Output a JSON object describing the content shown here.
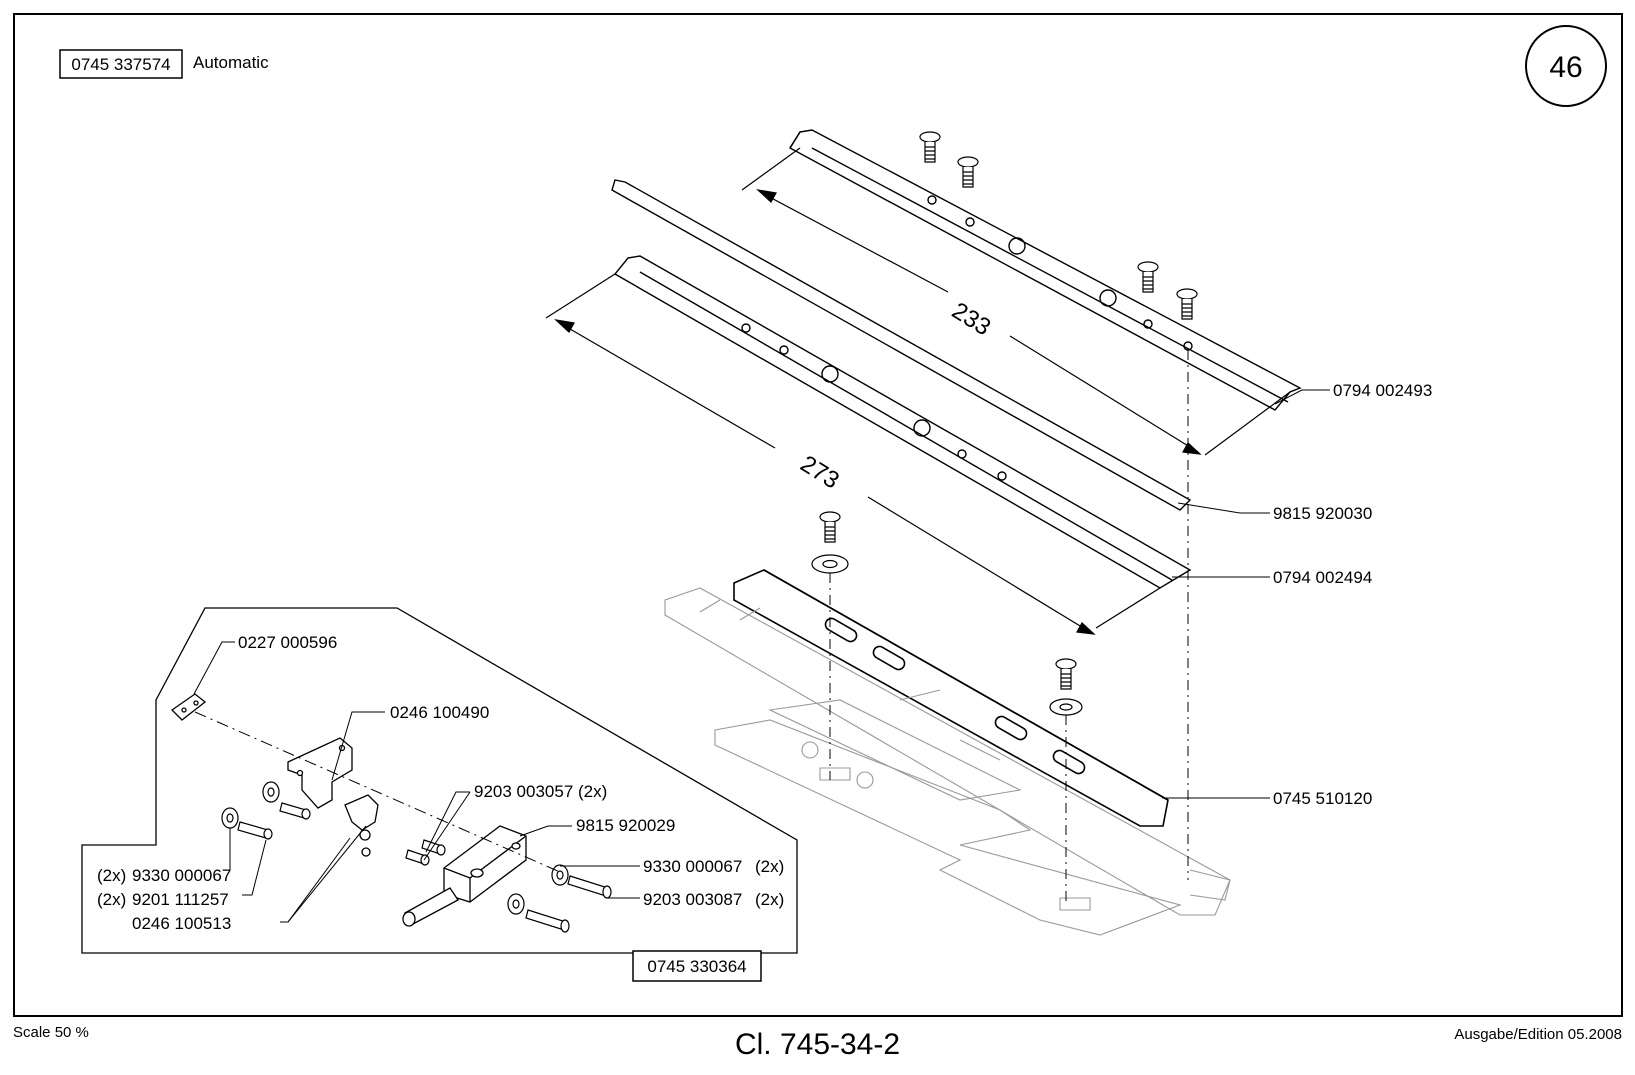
{
  "header": {
    "assembly_number": "0745 337574",
    "assembly_label": "Automatic",
    "page_number": "46"
  },
  "main_parts": {
    "upper_strip": "0794 002493",
    "thin_band": "9815 920030",
    "lower_strip": "0794 002494",
    "base_plate": "0745 510120",
    "dim_upper": "233",
    "dim_lower": "273"
  },
  "detail": {
    "spacer": "0227 000596",
    "bracket": "0246 100490",
    "screw_a": "9203 003057 (2x)",
    "switch": "9815 920029",
    "washer_right": "9330 000067",
    "washer_right_qty": "(2x)",
    "screw_right": "9203 003087",
    "screw_right_qty": "(2x)",
    "washer_left_qty": "(2x)",
    "washer_left": "9330 000067",
    "screw_left_qty": "(2x)",
    "screw_left": "9201 111257",
    "lever": "0246 100513",
    "detail_assembly": "0745 330364"
  },
  "footer": {
    "scale": "Scale 50 %",
    "class": "Cl. 745-34-2",
    "edition": "Ausgabe/Edition 05.2008"
  }
}
